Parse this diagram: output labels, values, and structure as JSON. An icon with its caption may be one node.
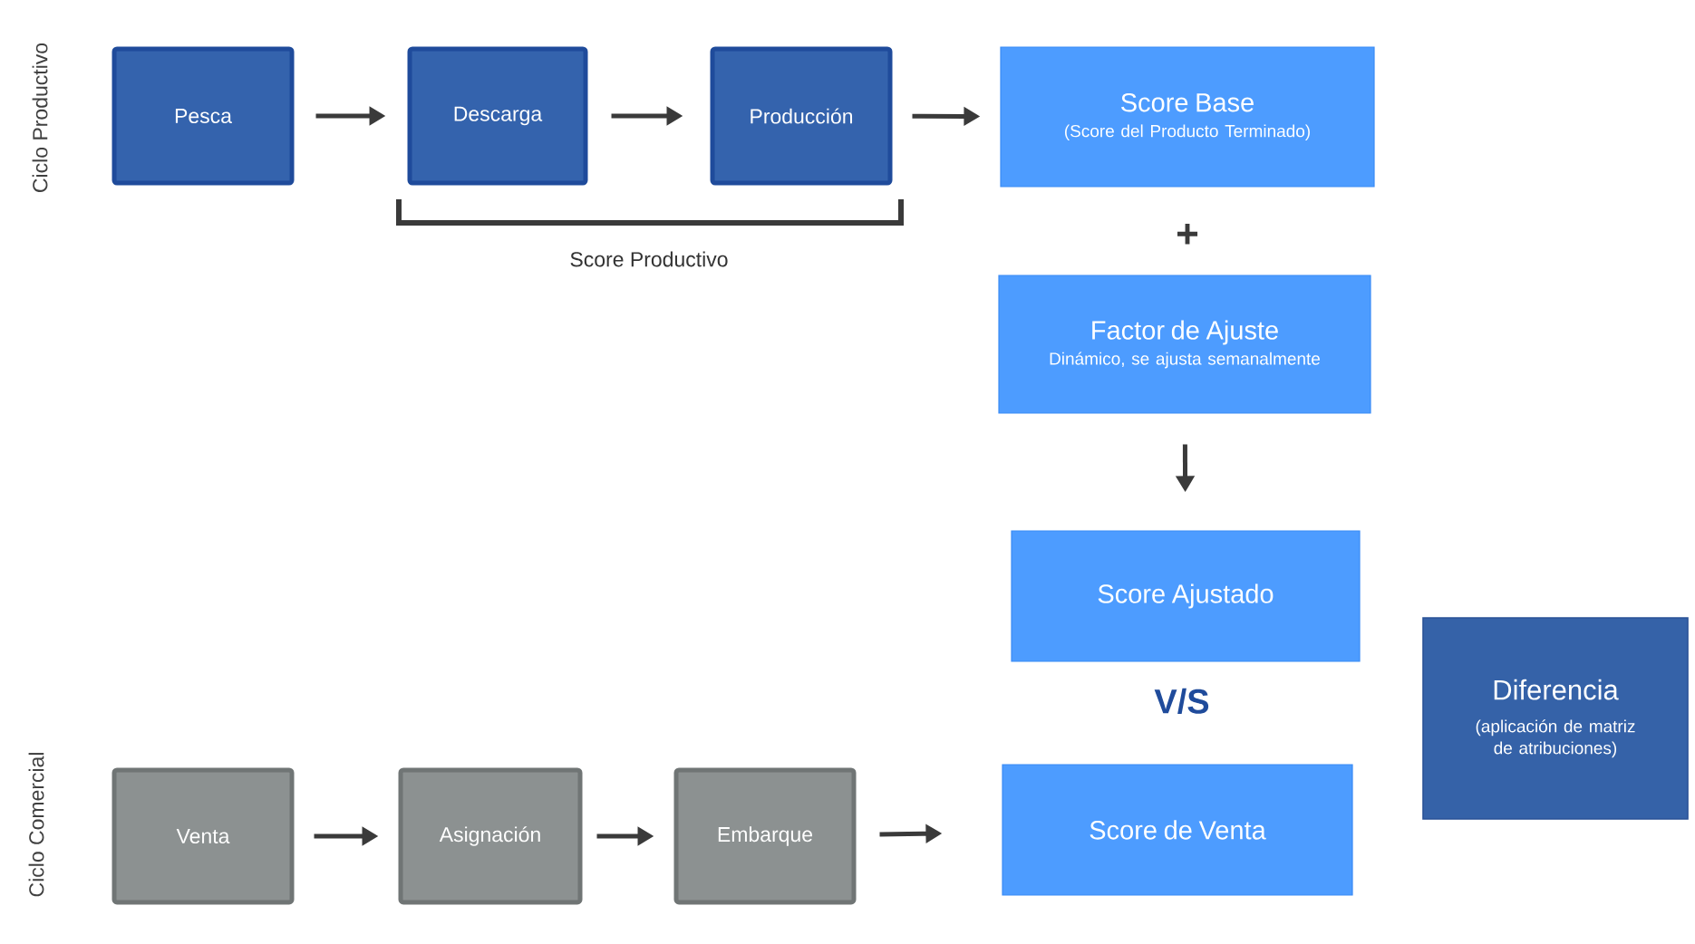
{
  "diagram": {
    "nodes": [
      {
        "text": [
          "Pesca"
        ]
      },
      {
        "text": [
          "Descarga"
        ]
      },
      {
        "text": [
          "Producción"
        ]
      },
      {
        "text": [
          "Score Base",
          "(Score del Producto Terminado)"
        ]
      },
      {
        "text": [
          "Factor de Ajuste",
          "Dinámico, se ajusta semanalmente"
        ]
      },
      {
        "text": [
          "Score Ajustado"
        ]
      },
      {
        "text": [
          "Venta"
        ]
      },
      {
        "text": [
          "Asignación"
        ]
      },
      {
        "text": [
          "Embarque"
        ]
      },
      {
        "text": [
          "Score de Venta"
        ]
      },
      {
        "text": [
          "Diferencia",
          "(aplicación de matriz de atribuciones)"
        ]
      }
    ],
    "edges": [
      {
        "from": 0,
        "to": 1,
        "arrow": "to"
      },
      {
        "from": 1,
        "to": 2,
        "arrow": "to"
      },
      {
        "from": 2,
        "to": 3,
        "arrow": "to"
      },
      {
        "from": 4,
        "to": 5,
        "arrow": "to"
      },
      {
        "from": 6,
        "to": 7,
        "arrow": "to"
      },
      {
        "from": 7,
        "to": 8,
        "arrow": "to"
      },
      {
        "from": 8,
        "to": 9,
        "arrow": "to"
      }
    ],
    "labels": [
      "Ciclo Productivo",
      "Score Productivo",
      "+",
      "V/S",
      "Ciclo Comercial"
    ]
  }
}
